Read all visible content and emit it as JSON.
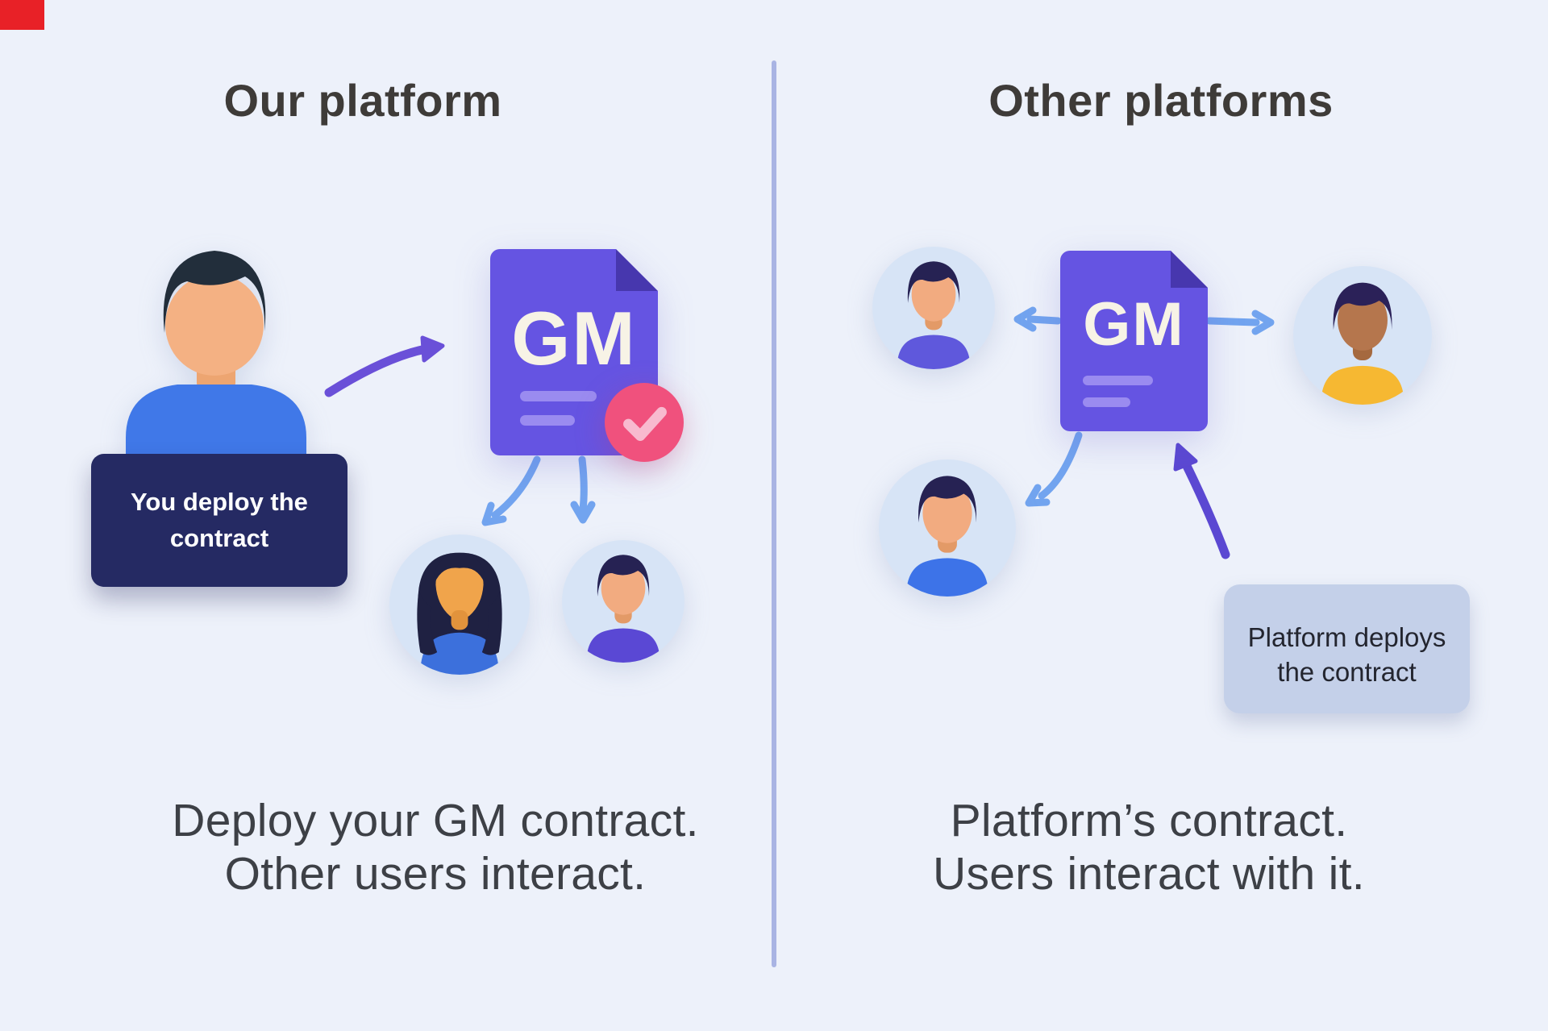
{
  "colors": {
    "background": "#edf1fa",
    "divider": "#a9b4e3",
    "title_text": "#3e3b38",
    "caption_text": "#3d4046",
    "doc_purple": "#6554e2",
    "doc_fold": "#4737ae",
    "doc_line": "#9a8bf0",
    "doc_text": "#f7f3e6",
    "badge_pink": "#f0517d",
    "badge_check": "#f8bacf",
    "navy_box": "#252a63",
    "navy_box_text": "#ffffff",
    "gray_box": "#c4d0e9",
    "gray_box_text": "#23252f",
    "arrow_purple": "#6a50d8",
    "arrow_purple2": "#5b48d2",
    "arrow_blue": "#72a4ef",
    "avatar_circle": "#d7e4f6",
    "red_artifact": "#e82127",
    "skin_main": "#f4b183",
    "skin_warm": "#f2ab80",
    "skin_orange": "#f0a44b",
    "skin_brown": "#b5764d",
    "hair_dark": "#222e3b",
    "hair_navy": "#262253",
    "hair_navy2": "#1f2142",
    "shirt_blue": "#4078e8",
    "shirt_royal": "#3c70dc",
    "shirt_purple": "#5a48d4",
    "shirt_violet": "#5f58dc",
    "shirt_blue2": "#3d73e8",
    "shirt_yellow": "#f6b832"
  },
  "left_panel": {
    "title": "Our platform",
    "deployer_label_line1": "You deploy the",
    "deployer_label_line2": "contract",
    "contract_label": "GM",
    "caption_line1": "Deploy your GM contract.",
    "caption_line2": "Other users interact."
  },
  "right_panel": {
    "title": "Other platforms",
    "contract_label": "GM",
    "deployer_label_line1": "Platform deploys",
    "deployer_label_line2": "the contract",
    "caption_line1": "Platform’s contract.",
    "caption_line2": "Users interact with it."
  }
}
